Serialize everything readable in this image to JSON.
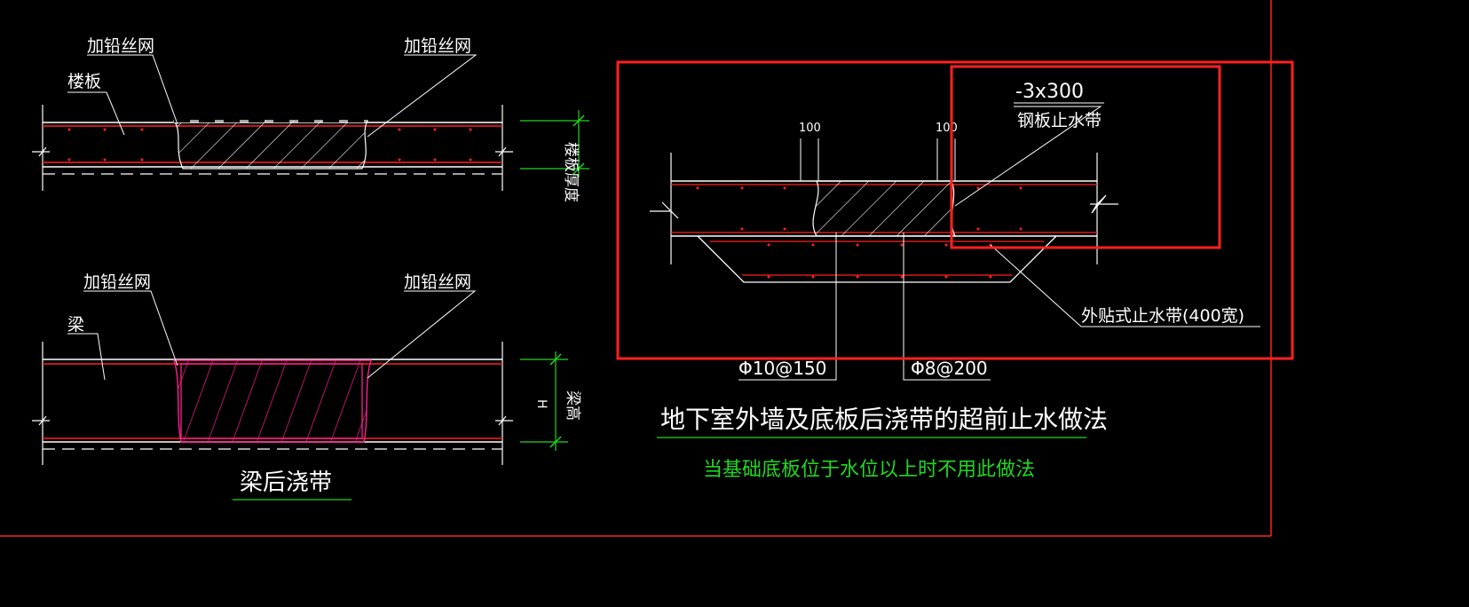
{
  "colors": {
    "background": "#000000",
    "line": "#ffffff",
    "rebar": "#ff2020",
    "border": "#ff2020",
    "highlight": "#ff2020",
    "dimension": "#22d622",
    "hatch_beam": "#ff2090",
    "note": "#22d622"
  },
  "slab_detail": {
    "label_mesh_left": "加铅丝网",
    "label_mesh_right": "加铅丝网",
    "label_slab": "楼板",
    "dim_thickness": "楼板厚度"
  },
  "beam_detail": {
    "label_mesh_left": "加铅丝网",
    "label_mesh_right": "加铅丝网",
    "label_beam": "梁",
    "dim_h": "H",
    "dim_beam_height": "梁高",
    "title": "梁后浇带"
  },
  "waterstop_detail": {
    "plate_size": "-3x300",
    "label_steel_plate": "钢板止水带",
    "dim_left": "100",
    "dim_right": "100",
    "label_external": "外贴式止水带(400宽)",
    "rebar_left": "Φ10@150",
    "rebar_right": "Φ8@200",
    "title": "地下室外墙及底板后浇带的超前止水做法",
    "note": "当基础底板位于水位以上时不用此做法"
  }
}
